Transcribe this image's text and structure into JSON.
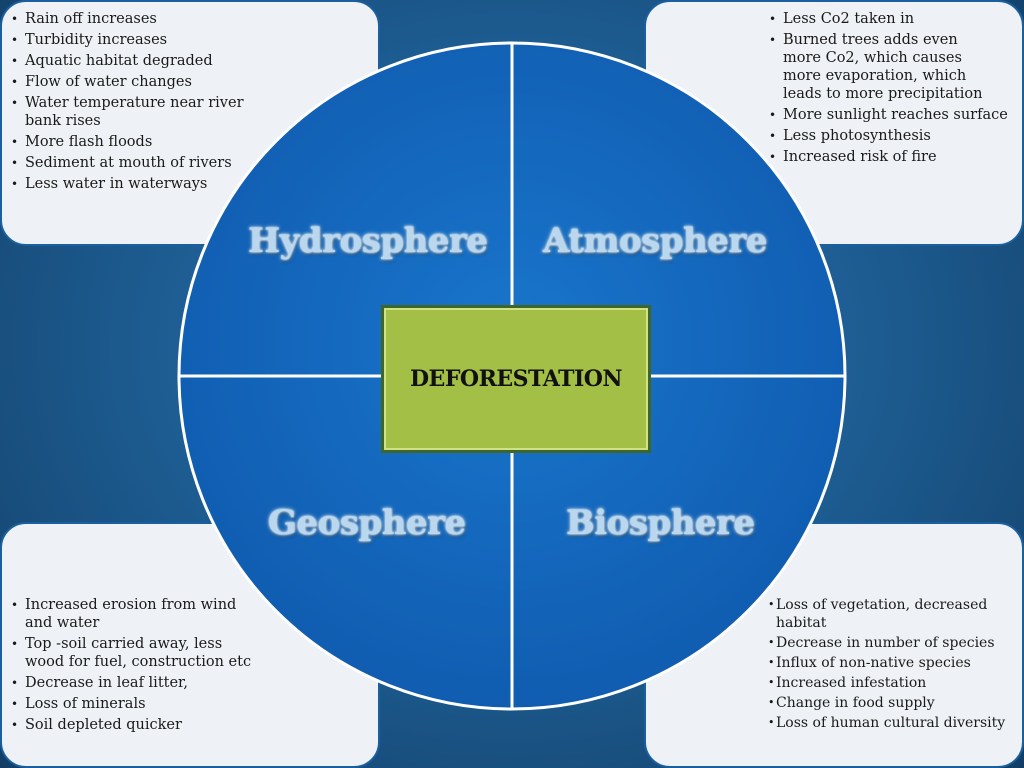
{
  "center": {
    "label": "DEFORESTATION"
  },
  "colors": {
    "background": "#1e5f95",
    "circle": "#1565c0",
    "panel": "#eef1f5",
    "center_box": "#a3bf45",
    "quadrant_label": "#b9d8ef"
  },
  "quadrants": {
    "hydrosphere": {
      "label": "Hydrosphere",
      "items": [
        "Rain off increases",
        "Turbidity increases",
        "Aquatic habitat degraded",
        "Flow of water changes",
        "Water temperature near river bank rises",
        "More flash floods",
        "Sediment at mouth of rivers",
        "Less water in waterways"
      ]
    },
    "atmosphere": {
      "label": "Atmosphere",
      "items": [
        "Less Co2 taken in",
        "Burned trees adds even more Co2, which causes more evaporation, which leads to more precipitation",
        "More sunlight reaches surface",
        "Less photosynthesis",
        "Increased risk of fire"
      ]
    },
    "geosphere": {
      "label": "Geosphere",
      "items": [
        "Increased erosion from wind and water",
        "Top -soil carried away, less wood for fuel, construction etc",
        "Decrease in leaf litter,",
        "Loss of minerals",
        "Soil depleted quicker"
      ]
    },
    "biosphere": {
      "label": "Biosphere",
      "items": [
        "Loss of vegetation, decreased habitat",
        "Decrease in number of species",
        "Influx of non-native species",
        "Increased infestation",
        "Change in food supply",
        "Loss of human cultural diversity"
      ]
    }
  }
}
